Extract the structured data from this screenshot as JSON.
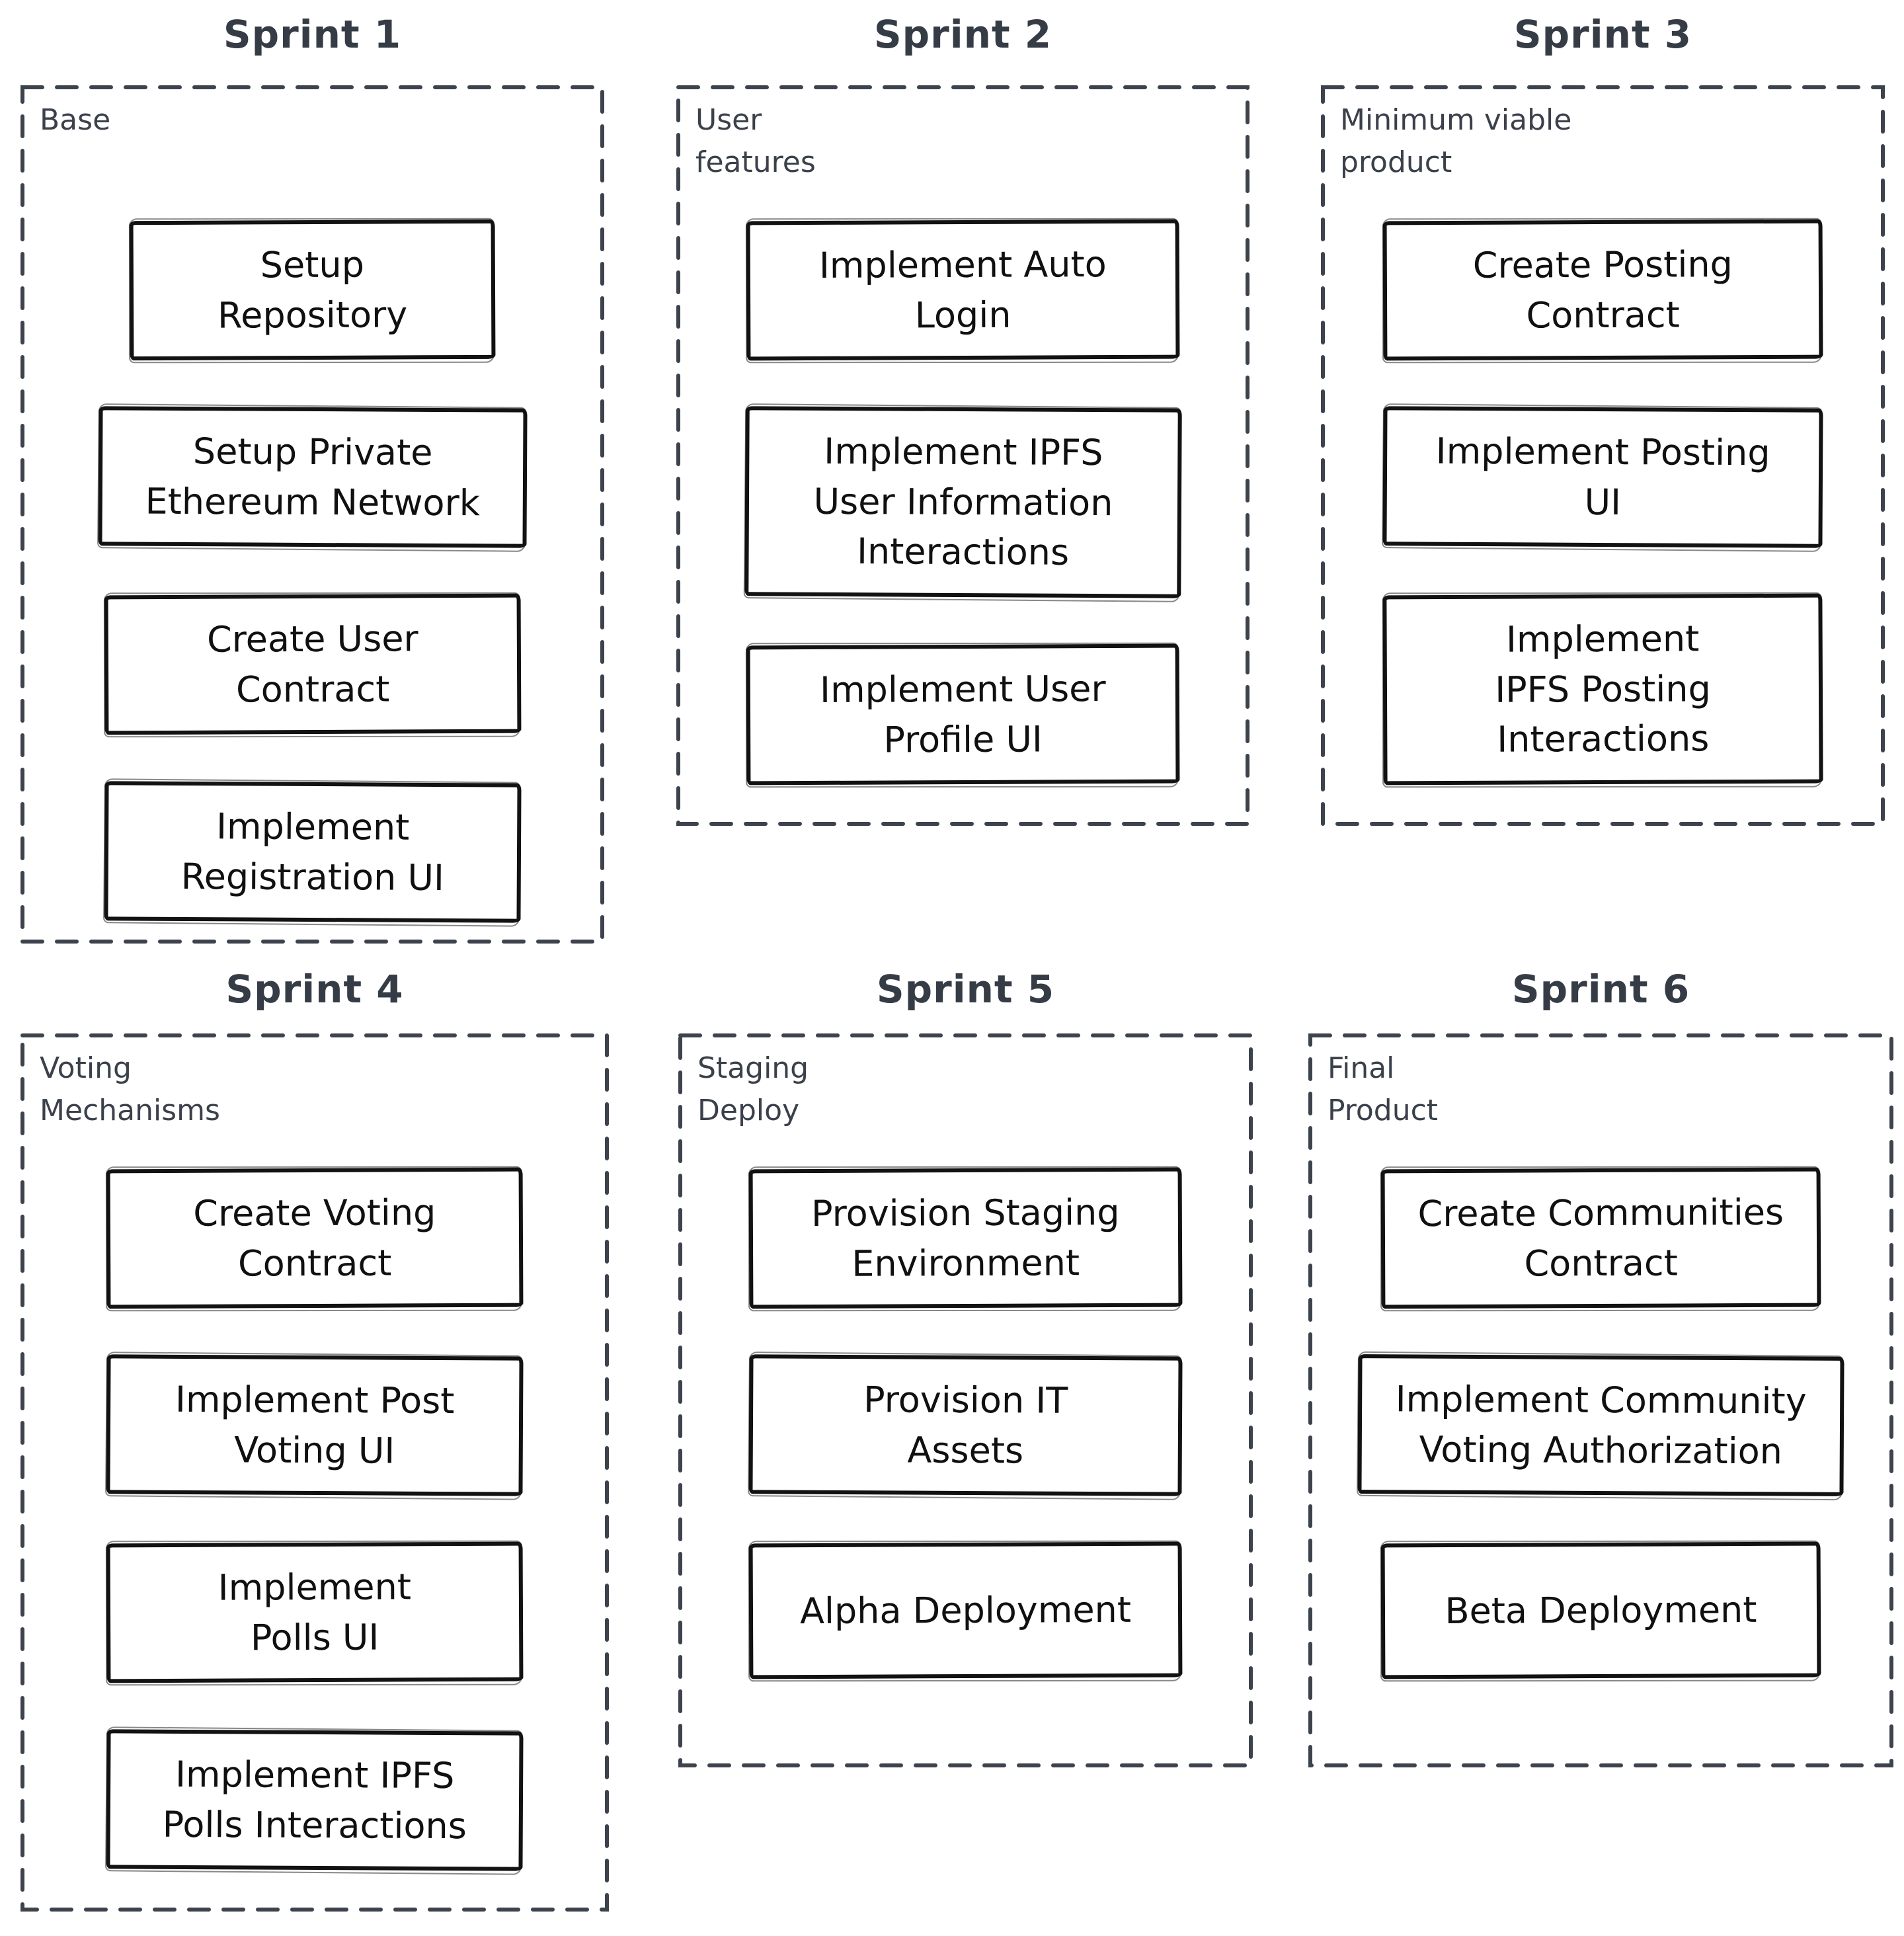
{
  "diagram": {
    "kind": "sprint-plan",
    "colors": {
      "background": "#ffffff",
      "task_border": "#121212",
      "task_text": "#101010",
      "frame_border": "#3d434d",
      "frame_label_text": "#3a414b",
      "title_text": "#363c46"
    },
    "sprints": [
      {
        "title": "Sprint 1",
        "label": "Base",
        "tasks": [
          "Setup\nRepository",
          "Setup Private\nEthereum Network",
          "Create User\nContract",
          "Implement\nRegistration UI"
        ]
      },
      {
        "title": "Sprint 2",
        "label": "User\nfeatures",
        "tasks": [
          "Implement Auto\nLogin",
          "Implement IPFS\nUser Information\nInteractions",
          "Implement User\nProfile UI"
        ]
      },
      {
        "title": "Sprint 3",
        "label": "Minimum viable\nproduct",
        "tasks": [
          "Create Posting\nContract",
          "Implement Posting\nUI",
          "Implement\nIPFS Posting\nInteractions"
        ]
      },
      {
        "title": "Sprint 4",
        "label": "Voting\nMechanisms",
        "tasks": [
          "Create Voting\nContract",
          "Implement Post\nVoting UI",
          "Implement\nPolls UI",
          "Implement IPFS\nPolls Interactions"
        ]
      },
      {
        "title": "Sprint 5",
        "label": "Staging\nDeploy",
        "tasks": [
          "Provision Staging\nEnvironment",
          "Provision IT\nAssets",
          "Alpha Deployment"
        ]
      },
      {
        "title": "Sprint 6",
        "label": "Final\nProduct",
        "tasks": [
          "Create Communities\nContract",
          "Implement Community\nVoting Authorization",
          "Beta Deployment"
        ]
      }
    ]
  }
}
